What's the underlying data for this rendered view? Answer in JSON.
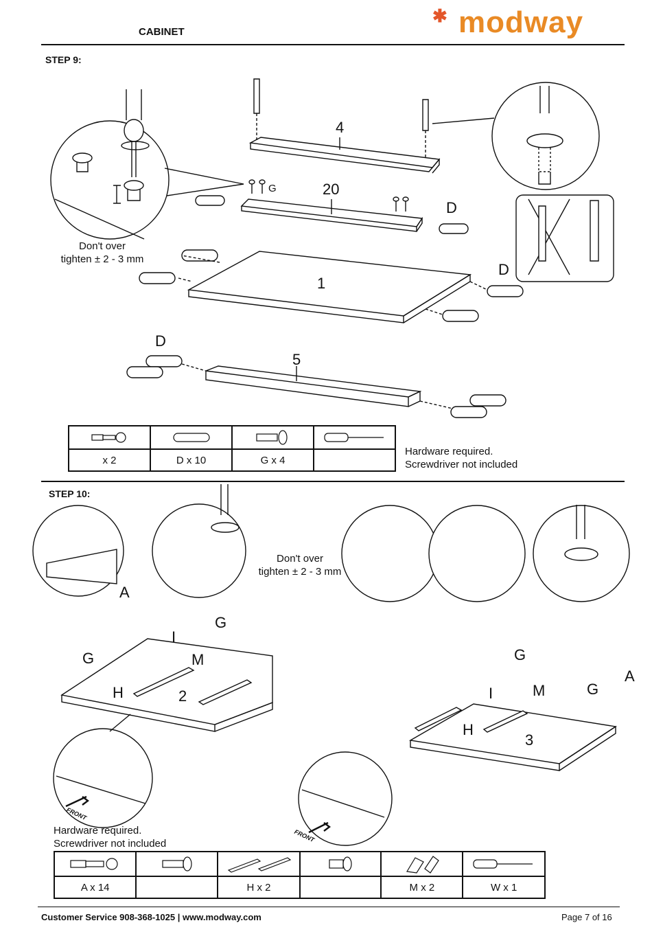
{
  "header": {
    "title": "CABINET",
    "brand": "modway",
    "brand_mark": "✱"
  },
  "step9": {
    "label": "STEP 9:",
    "part_labels": {
      "p4": "4",
      "p20": "20",
      "p1": "1",
      "p5": "5",
      "dA": "D",
      "dB": "D",
      "dC": "D",
      "screw_g": "G"
    },
    "note": [
      "Don't over",
      "tighten ± 2 - 3 mm"
    ],
    "hardware_note": [
      "Hardware required.",
      "Screwdriver not included"
    ],
    "hardware": [
      {
        "icon": "cam-bolt-icon",
        "qty": "x 2"
      },
      {
        "icon": "dowel-icon",
        "qty": "D x 10"
      },
      {
        "icon": "screw-icon",
        "qty": "G x 4"
      },
      {
        "icon": "screwdriver-icon",
        "qty": ""
      }
    ]
  },
  "step10": {
    "label": "STEP 10:",
    "note": [
      "Don't over",
      "tighten ± 2 - 3 mm"
    ],
    "part_labels": {
      "A1": "A",
      "G1": "G",
      "H1": "H",
      "p2": "2",
      "I1": "I",
      "M1": "M",
      "G2": "G",
      "G3": "G",
      "I2": "I",
      "M2": "M",
      "H2": "H",
      "p3": "3",
      "G4": "G",
      "A2": "A"
    },
    "front_label": "FRONT",
    "hardware_note": [
      "Hardware required.",
      "Screwdriver not included"
    ],
    "hardware": [
      {
        "icon": "cam-bolt-icon",
        "qty": "A x 14"
      },
      {
        "icon": "screw-icon",
        "qty": ""
      },
      {
        "icon": "drawer-slide-icon",
        "qty": "H x 2"
      },
      {
        "icon": "screw-icon",
        "qty": ""
      },
      {
        "icon": "bracket-icon",
        "qty": "M x 2"
      },
      {
        "icon": "screwdriver-icon",
        "qty": "W x 1"
      }
    ]
  },
  "footer": {
    "contact": "Customer Service 908-368-1025 | www.modway.com",
    "page": "Page 7 of 16"
  }
}
